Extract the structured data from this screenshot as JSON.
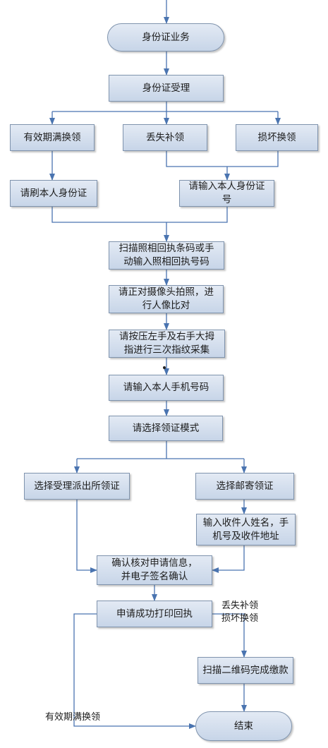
{
  "nodes": {
    "n_id_business": "身份证业务",
    "n_id_accept": "身份证受理",
    "n_expiry_renew": "有效期满换领",
    "n_lost_reissue": "丢失补领",
    "n_damaged_renew": "损坏换领",
    "n_swipe_id": "请刷本人身份证",
    "n_enter_id": "请输入本人身份证号",
    "n_scan_receipt": "扫描照相回执条码或手\n动输入照相回执号码",
    "n_photo_compare": "请正对摄像头拍照，进\n行人像比对",
    "n_fingerprint": "请按压左手及右手大拇\n指进行三次指纹采集",
    "n_phone": "请输入本人手机号码",
    "n_pickup_mode": "请选择领证模式",
    "n_station_pickup": "选择受理派出所领证",
    "n_mail_pickup": "选择邮寄领证",
    "n_recipient_info": "输入收件人姓名，手\n机号及收件地址",
    "n_confirm_sign": "确认核对申请信息，\n并电子签名确认",
    "n_print_receipt": "申请成功打印回执",
    "n_scan_pay": "扫描二维码完成缴款",
    "n_end": "结束"
  },
  "edge_labels": {
    "lost_or_damaged": "丢失补领\n损坏换领",
    "expiry": "有效期满换领"
  }
}
